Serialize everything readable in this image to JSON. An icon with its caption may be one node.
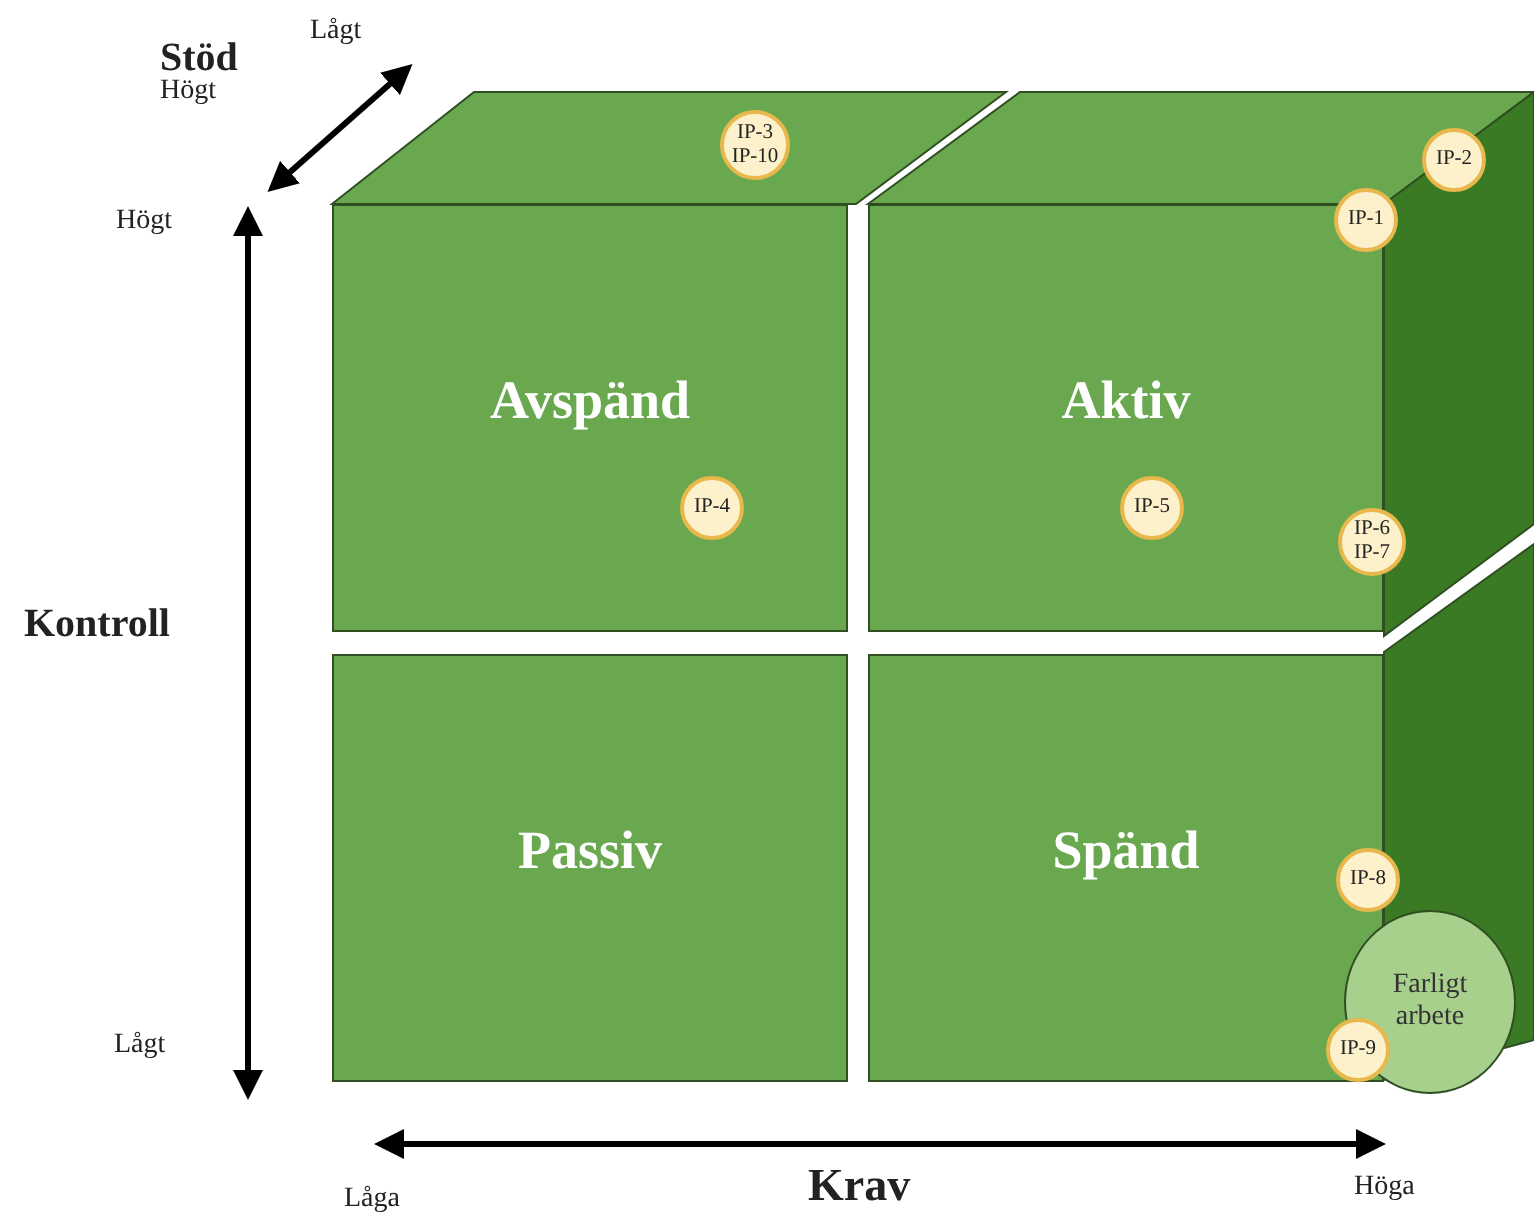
{
  "diagram": {
    "nodes": [
      {
        "text": [
          "IP-3",
          "IP-10"
        ]
      },
      {
        "text": [
          "IP-2"
        ]
      },
      {
        "text": [
          "IP-1"
        ]
      },
      {
        "text": [
          "Avspänd"
        ]
      },
      {
        "text": [
          "IP-4"
        ],
        "in": 3
      },
      {
        "text": [
          "Aktiv"
        ]
      },
      {
        "text": [
          "IP-5"
        ],
        "in": 5
      },
      {
        "text": [
          "IP-6",
          "IP-7"
        ]
      },
      {
        "text": [
          "Passiv"
        ]
      },
      {
        "text": [
          "Spänd"
        ]
      },
      {
        "text": [
          "IP-8"
        ]
      },
      {
        "text": [
          "Farligt arbete"
        ]
      },
      {
        "text": [
          "IP-9"
        ]
      }
    ],
    "labels": [
      "Lågt",
      "Stöd",
      "Högt",
      "Högt",
      "Kontroll",
      "Lågt",
      "Låga",
      "Krav",
      "Höga"
    ]
  }
}
